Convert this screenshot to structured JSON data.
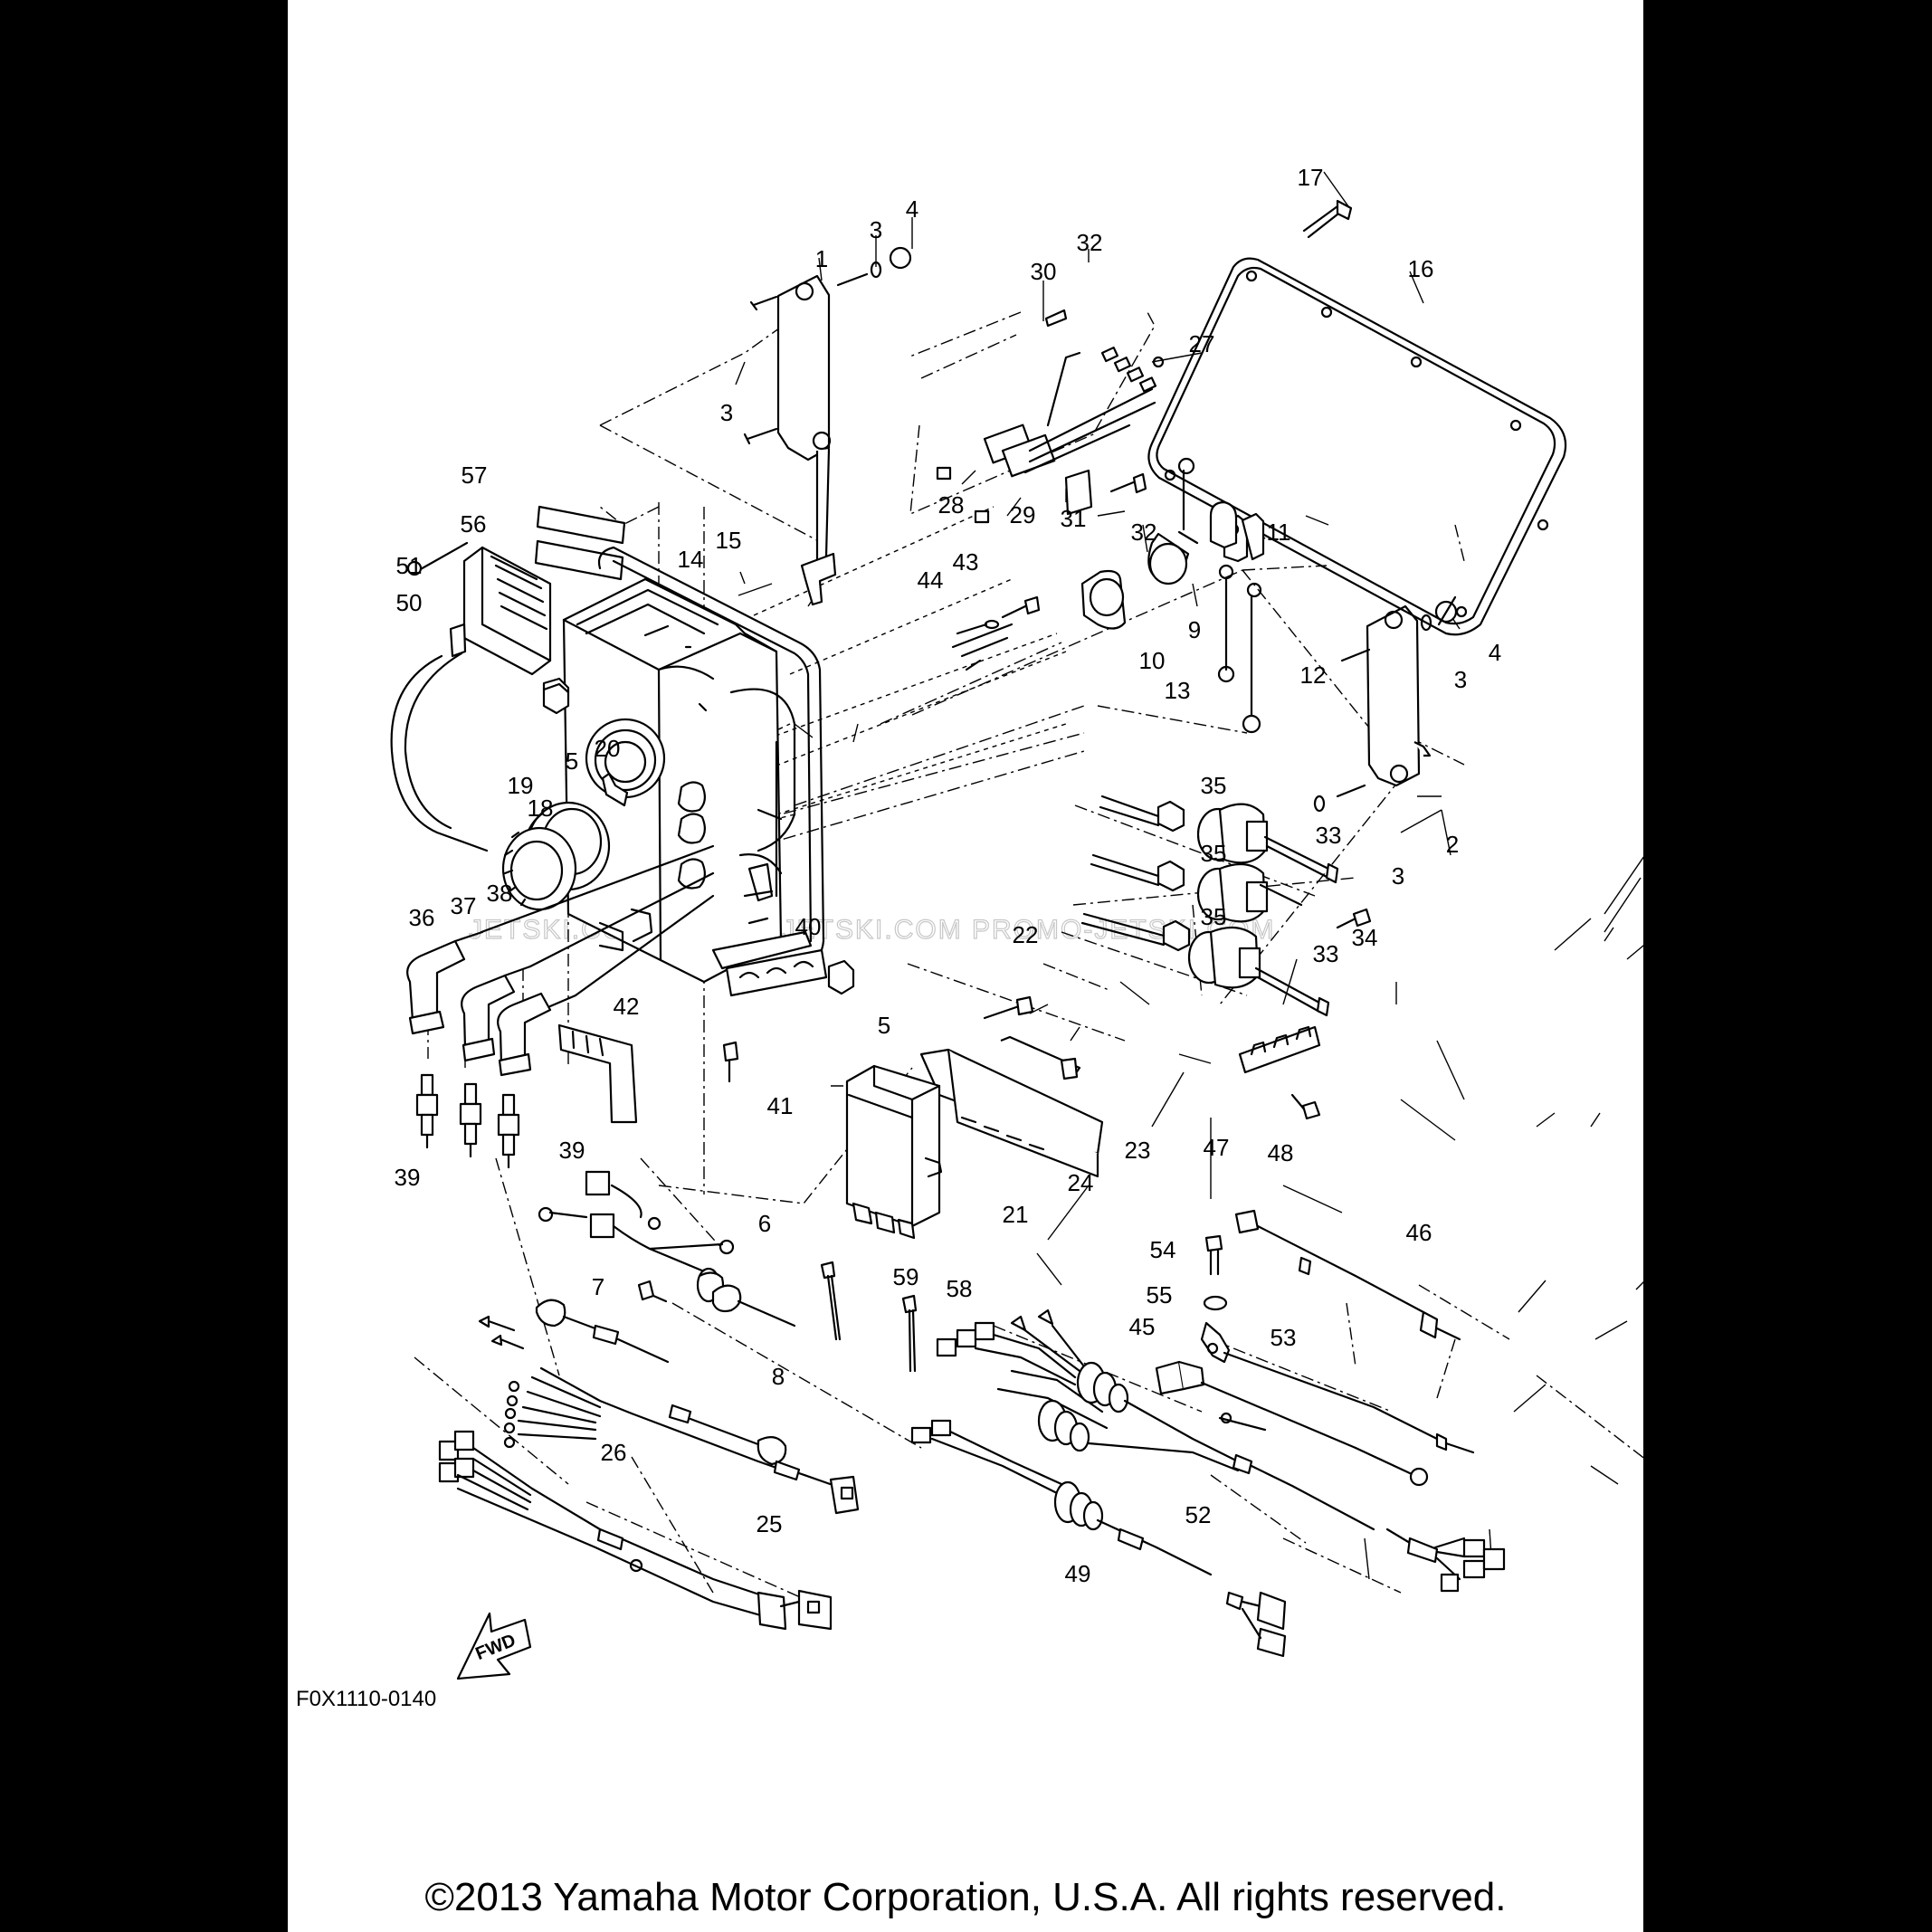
{
  "parts": [
    {
      "n": "1"
    },
    {
      "n": "3"
    },
    {
      "n": "4"
    },
    {
      "n": "3"
    },
    {
      "n": "30"
    },
    {
      "n": "32"
    },
    {
      "n": "17"
    },
    {
      "n": "16"
    },
    {
      "n": "27"
    },
    {
      "n": "28"
    },
    {
      "n": "29"
    },
    {
      "n": "31"
    },
    {
      "n": "32"
    },
    {
      "n": "11"
    },
    {
      "n": "57"
    },
    {
      "n": "56"
    },
    {
      "n": "51"
    },
    {
      "n": "50"
    },
    {
      "n": "14"
    },
    {
      "n": "15"
    },
    {
      "n": "44"
    },
    {
      "n": "43"
    },
    {
      "n": "9"
    },
    {
      "n": "10"
    },
    {
      "n": "4"
    },
    {
      "n": "3"
    },
    {
      "n": "13"
    },
    {
      "n": "12"
    },
    {
      "n": "5"
    },
    {
      "n": "20"
    },
    {
      "n": "19"
    },
    {
      "n": "18"
    },
    {
      "n": "35"
    },
    {
      "n": "33"
    },
    {
      "n": "35"
    },
    {
      "n": "2"
    },
    {
      "n": "3"
    },
    {
      "n": "35"
    },
    {
      "n": "34"
    },
    {
      "n": "33"
    },
    {
      "n": "36"
    },
    {
      "n": "37"
    },
    {
      "n": "38"
    },
    {
      "n": "40"
    },
    {
      "n": "22"
    },
    {
      "n": "5"
    },
    {
      "n": "42"
    },
    {
      "n": "41"
    },
    {
      "n": "39"
    },
    {
      "n": "39"
    },
    {
      "n": "23"
    },
    {
      "n": "24"
    },
    {
      "n": "47"
    },
    {
      "n": "48"
    },
    {
      "n": "21"
    },
    {
      "n": "6"
    },
    {
      "n": "46"
    },
    {
      "n": "54"
    },
    {
      "n": "55"
    },
    {
      "n": "59"
    },
    {
      "n": "58"
    },
    {
      "n": "7"
    },
    {
      "n": "45"
    },
    {
      "n": "53"
    },
    {
      "n": "8"
    },
    {
      "n": "26"
    },
    {
      "n": "25"
    },
    {
      "n": "52"
    },
    {
      "n": "49"
    }
  ],
  "fwd_label": "FWD",
  "diagram_code": "F0X1110-0140",
  "watermark": "JETSKI.COM   PROMO-JETSKI.COM   PROMO-JETSKI.COM",
  "copyright": "©2013 Yamaha Motor Corporation, U.S.A. All rights reserved."
}
